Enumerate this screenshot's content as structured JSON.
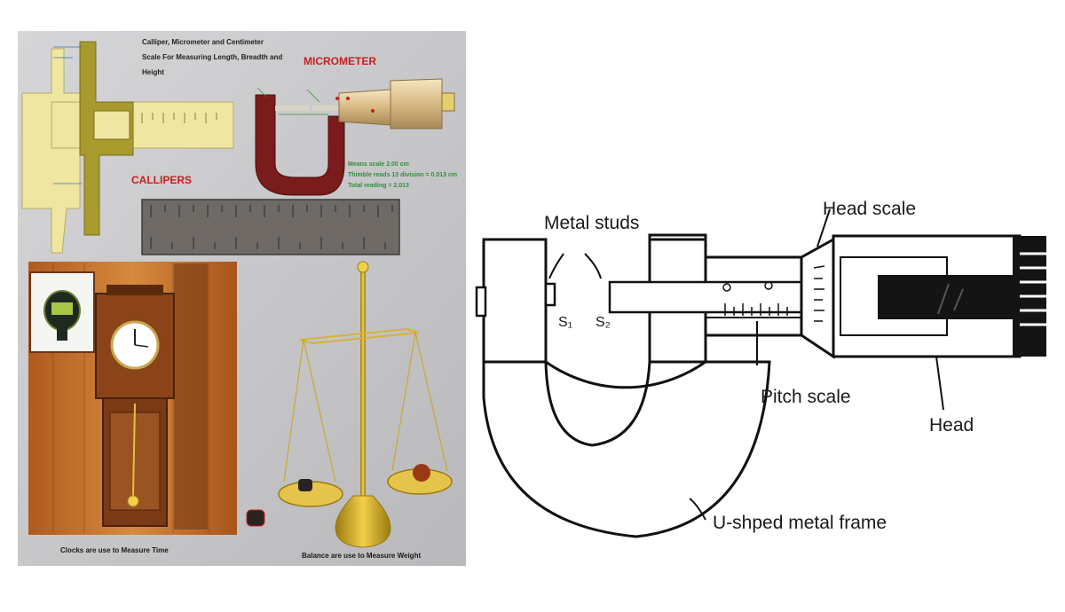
{
  "left_panel": {
    "title_lines": [
      "Calliper, Micrometer and Centimeter",
      "Scale For Measuring Length, Breadth and",
      "Height"
    ],
    "micrometer_heading": "MICROMETER",
    "callipers_heading": "CALLIPERS",
    "micrometer_readings": [
      "Means scale 2.00 cm",
      "Thimble reads 13 division = 0.013 cm",
      "Total reading = 2.013"
    ],
    "clock_caption": "Clocks are use to Measure Time",
    "balance_caption": "Balance are use to Measure Weight",
    "colors": {
      "background": "#c4c4c6",
      "micrometer_heading": "#c81e1e",
      "callipers_heading": "#c81e1e",
      "reading_text": "#2f8f3a",
      "frame": "#7a1c1c",
      "calliper": "#efe6a2",
      "calliper_dark": "#a89a2c"
    }
  },
  "right_panel": {
    "labels": {
      "metal_studs": "Metal studs",
      "head_scale": "Head scale",
      "pitch_scale": "Pitch scale",
      "head": "Head",
      "frame": "U-shped metal frame",
      "stud1": "S₁",
      "stud2": "S₂"
    }
  }
}
